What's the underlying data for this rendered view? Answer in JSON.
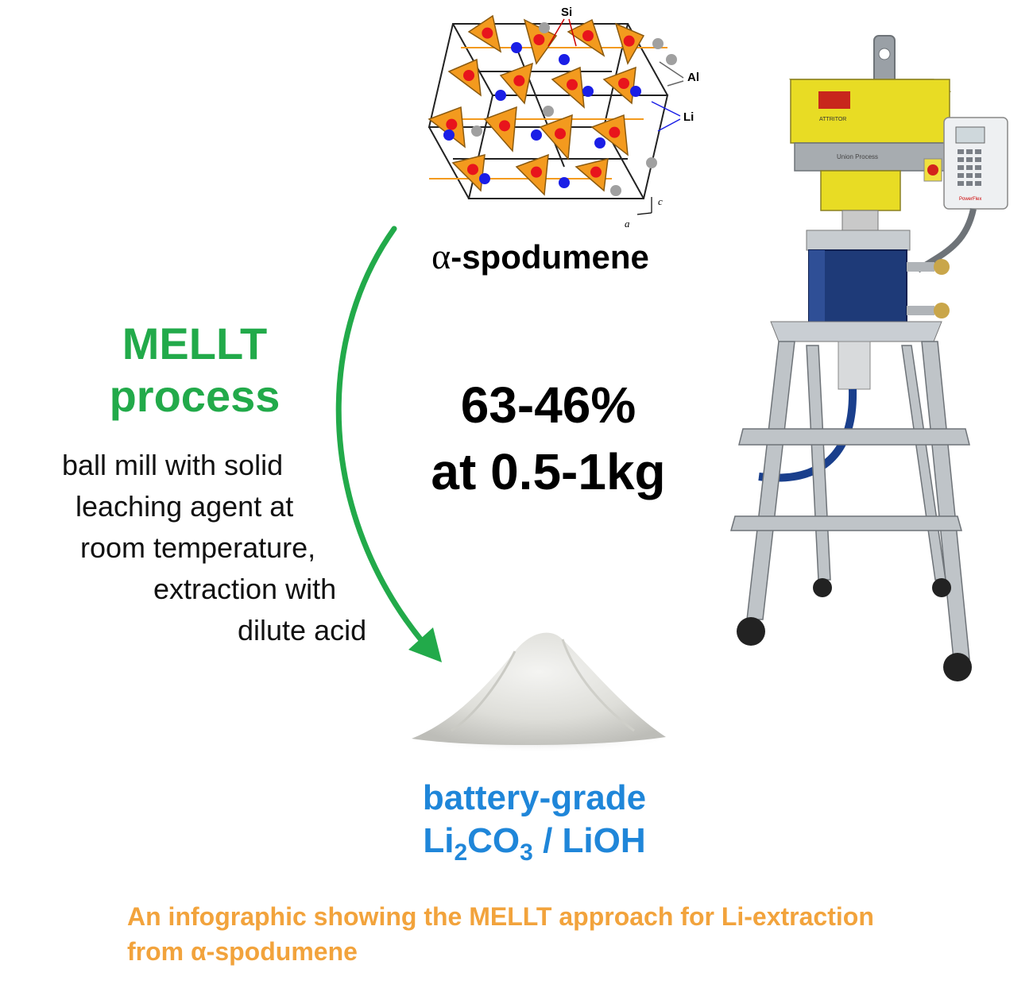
{
  "crystal": {
    "labels": {
      "si": "Si",
      "al": "Al",
      "li": "Li",
      "axis_c": "c",
      "axis_a": "a"
    },
    "colors": {
      "tetrahedron": "#f39a1e",
      "si_atom": "#e8141c",
      "li_atom": "#1a1ee6",
      "al_atom": "#a0a0a0"
    }
  },
  "source_material": {
    "alpha": "α",
    "name": "-spodumene"
  },
  "process": {
    "title_line1": "MELLT",
    "title_line2": "process",
    "description_lines": [
      "ball mill with solid",
      "leaching agent at",
      "room temperature,",
      "extraction with",
      "dilute acid"
    ]
  },
  "yield_stat": {
    "line1": "63-46%",
    "line2": "at 0.5-1kg"
  },
  "product": {
    "line1": "battery-grade",
    "formula_li": "Li",
    "formula_li_sub": "2",
    "formula_co": "CO",
    "formula_co_sub": "3",
    "formula_rest": " / LiOH"
  },
  "machine": {
    "brand_label": "ATTRITOR",
    "maker_label": "Union Process",
    "keypad_label": "PowerFlex"
  },
  "caption": {
    "line1": "An infographic showing the MELLT approach for Li-extraction",
    "line2": "from α-spodumene"
  },
  "colors": {
    "green": "#22aa4a",
    "blue": "#1f86d9",
    "orange": "#f2a33c"
  }
}
